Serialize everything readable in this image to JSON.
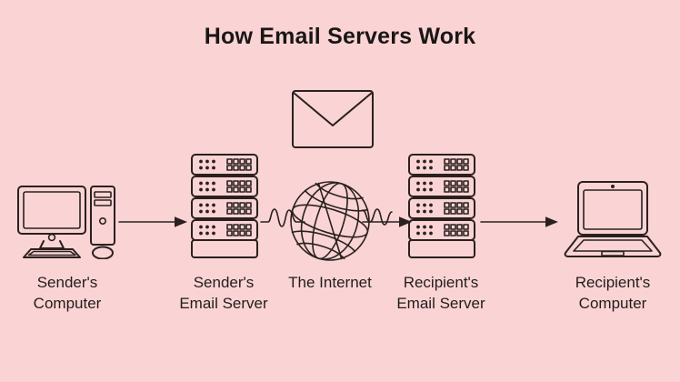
{
  "page": {
    "title": "How Email Servers Work",
    "background_color": "#fad4d4",
    "ink_color": "#2b2020",
    "title_color": "#1b1616"
  },
  "diagram": {
    "type": "flow-diagram",
    "direction": "left-to-right",
    "nodes": [
      {
        "id": "sender-computer",
        "label": "Sender's\nComputer",
        "icon": "desktop-computer-icon"
      },
      {
        "id": "sender-email-server",
        "label": "Sender's\nEmail Server",
        "icon": "server-rack-icon"
      },
      {
        "id": "the-internet",
        "label": "The Internet",
        "icon": "globe-icon"
      },
      {
        "id": "recipient-email-server",
        "label": "Recipient's\nEmail Server",
        "icon": "server-rack-icon"
      },
      {
        "id": "recipient-computer",
        "label": "Recipient's\nComputer",
        "icon": "laptop-icon"
      }
    ],
    "connectors": [
      {
        "id": "arrow-1",
        "from": "sender-computer",
        "to": "sender-email-server",
        "style": "straight-arrow"
      },
      {
        "id": "signal-left",
        "from": "sender-email-server",
        "to": "the-internet",
        "style": "wavy-line"
      },
      {
        "id": "arrow-2",
        "from": "the-internet",
        "to": "recipient-email-server",
        "style": "wavy-arrow"
      },
      {
        "id": "arrow-3",
        "from": "recipient-email-server",
        "to": "recipient-computer",
        "style": "straight-arrow"
      }
    ],
    "decoration": {
      "id": "envelope",
      "icon": "envelope-icon"
    }
  }
}
